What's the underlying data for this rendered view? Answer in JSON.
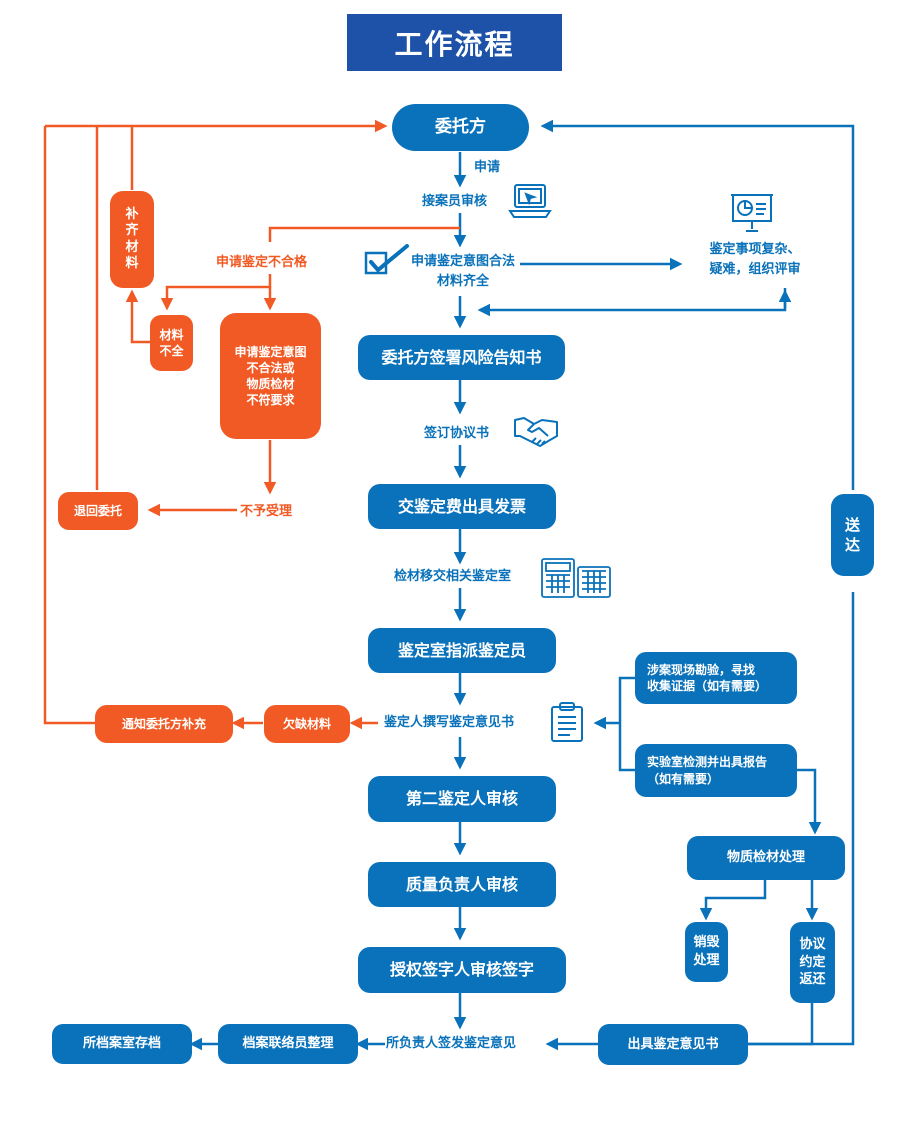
{
  "title": "工作流程",
  "nodes": {
    "client": "委托方",
    "risk_notice": "委托方签署风险告知书",
    "pay_invoice": "交鉴定费出具发票",
    "assign_appraiser": "鉴定室指派鉴定员",
    "second_review": "第二鉴定人审核",
    "quality_review": "质量负责人审核",
    "authorized_sign": "授权签字人审核签字",
    "issue_opinion": "出具鉴定意见书",
    "archive": "所档案室存档",
    "scene_survey": "涉案现场勘验，寻找\n收集证据（如有需要）",
    "lab_test": "实验室检测并出具报告\n（如有需要）",
    "material_handling": "物质检材处理",
    "destroy": "销毁\n处理",
    "return_by_agreement": "协议\n约定\n返还",
    "deliver": "送\n达",
    "supplement": "补\n齐\n材\n料",
    "incomplete": "材料\n不全",
    "invalid_detail": "申请鉴定意图\n不合法或\n物质检材\n不符要求",
    "return_client": "退回委托",
    "notify_supplement": "通知委托方补充",
    "missing_materials": "欠缺材料"
  },
  "labels": {
    "apply": "申请",
    "reception_review": "接案员审核",
    "legal_complete": "申请鉴定意图合法\n材料齐全",
    "unqualified": "申请鉴定不合格",
    "complex": "鉴定事项复杂、\n疑难，组织评审",
    "sign_agreement": "签订协议书",
    "transfer": "检材移交相关鉴定室",
    "write_opinion": "鉴定人撰写鉴定意见书",
    "reject": "不予受理",
    "responsible_issue": "所负责人签发鉴定意见",
    "archivist": "档案联络员整理"
  },
  "colors": {
    "blue": "#0a72ba",
    "orange": "#f15a24",
    "title_bg": "#1d52a8"
  },
  "icons": [
    "laptop-icon",
    "checkmark-icon",
    "presentation-icon",
    "handshake-icon",
    "calculator-icon",
    "clipboard-icon"
  ]
}
